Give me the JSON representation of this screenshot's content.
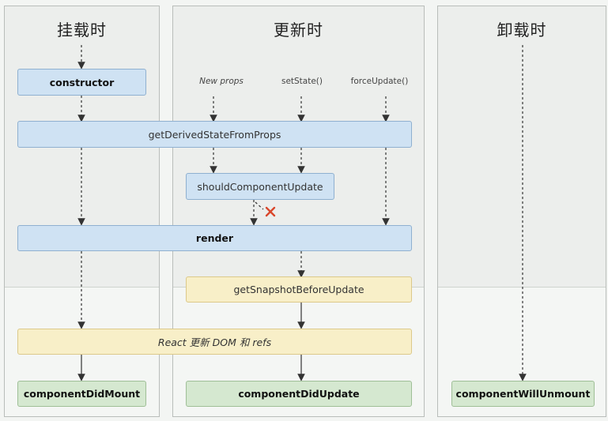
{
  "columns": [
    {
      "id": "mount",
      "title": "挂载时"
    },
    {
      "id": "update",
      "title": "更新时"
    },
    {
      "id": "unmount",
      "title": "卸载时"
    }
  ],
  "triggers": {
    "new_props": "New props",
    "set_state": "setState()",
    "force_update": "forceUpdate()"
  },
  "nodes": {
    "constructor": "constructor",
    "get_derived_state_from_props": "getDerivedStateFromProps",
    "should_component_update": "shouldComponentUpdate",
    "render": "render",
    "get_snapshot_before_update": "getSnapshotBeforeUpdate",
    "react_update_dom": "React 更新 DOM 和 refs",
    "component_did_mount": "componentDidMount",
    "component_did_update": "componentDidUpdate",
    "component_will_unmount": "componentWillUnmount"
  },
  "colors": {
    "phase_blue": "#cfe2f3",
    "phase_yellow": "#f8efc8",
    "phase_green": "#d5e8d0",
    "cancel_mark": "#d9472b"
  }
}
